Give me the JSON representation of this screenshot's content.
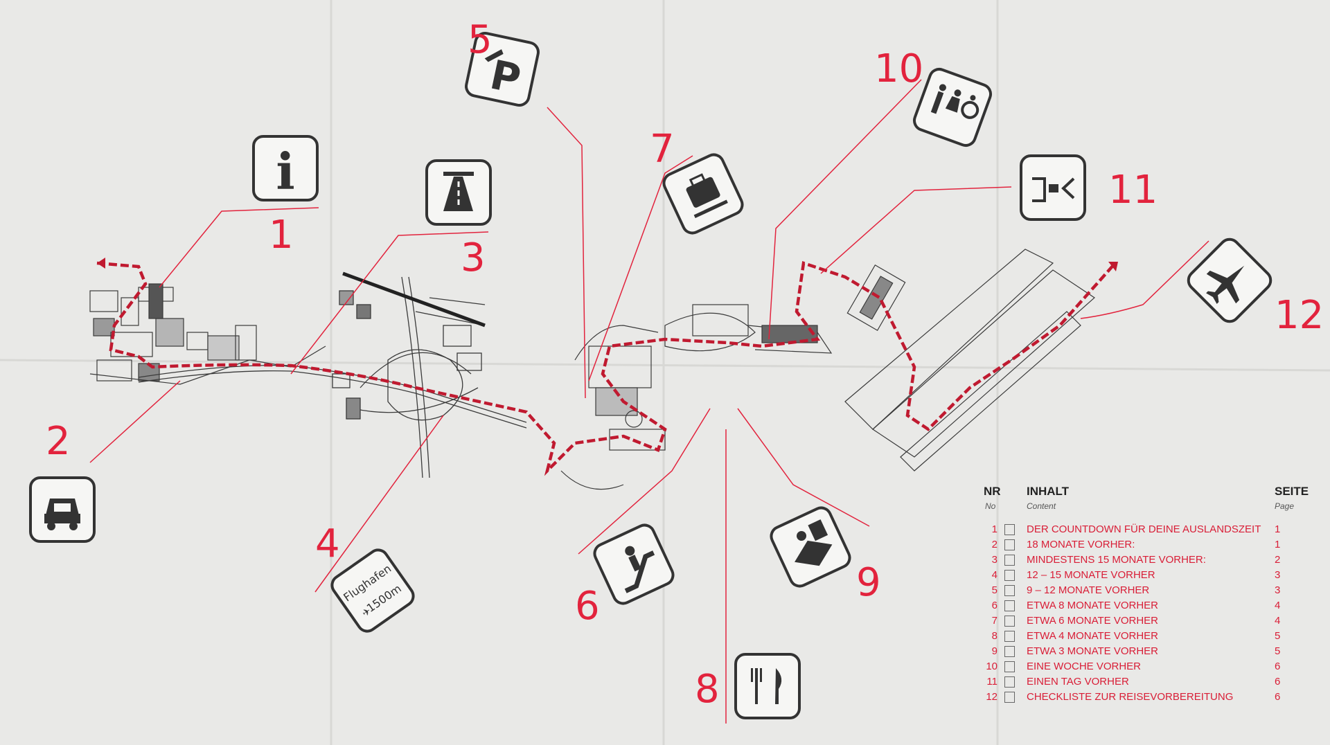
{
  "map": {
    "stops": [
      {
        "number": "1",
        "icon": "info-icon"
      },
      {
        "number": "2",
        "icon": "car-icon"
      },
      {
        "number": "3",
        "icon": "motorway-icon"
      },
      {
        "number": "4",
        "icon": "airport-road-sign-icon"
      },
      {
        "number": "5",
        "icon": "parking-icon"
      },
      {
        "number": "6",
        "icon": "escalator-icon"
      },
      {
        "number": "7",
        "icon": "baggage-icon"
      },
      {
        "number": "8",
        "icon": "restaurant-icon"
      },
      {
        "number": "9",
        "icon": "check-in-icon"
      },
      {
        "number": "10",
        "icon": "restroom-icon"
      },
      {
        "number": "11",
        "icon": "boarding-bridge-icon"
      },
      {
        "number": "12",
        "icon": "departure-icon"
      }
    ],
    "sign_text": {
      "top": "Flughafen",
      "bottom": "1500m"
    },
    "colors": {
      "accent": "#e2233d",
      "ink": "#333333",
      "paper": "#e9e9e7"
    }
  },
  "toc": {
    "headers": {
      "nr": "NR",
      "nr_en": "No",
      "inhalt": "INHALT",
      "inhalt_en": "Content",
      "seite": "SEITE",
      "seite_en": "Page"
    },
    "rows": [
      {
        "nr": "1",
        "text": "DER COUNTDOWN FÜR DEINE AUSLANDSZEIT",
        "page": "1"
      },
      {
        "nr": "2",
        "text": "18 MONATE VORHER:",
        "page": "1"
      },
      {
        "nr": "3",
        "text": "MINDESTENS 15 MONATE VORHER:",
        "page": "2"
      },
      {
        "nr": "4",
        "text": "12 – 15 MONATE VORHER",
        "page": "3"
      },
      {
        "nr": "5",
        "text": "9 – 12 MONATE VORHER",
        "page": "3"
      },
      {
        "nr": "6",
        "text": "ETWA 8 MONATE VORHER",
        "page": "4"
      },
      {
        "nr": "7",
        "text": "ETWA 6 MONATE VORHER",
        "page": "4"
      },
      {
        "nr": "8",
        "text": "ETWA 4 MONATE VORHER",
        "page": "5"
      },
      {
        "nr": "9",
        "text": "ETWA 3 MONATE VORHER",
        "page": "5"
      },
      {
        "nr": "10",
        "text": "EINE WOCHE VORHER",
        "page": "6"
      },
      {
        "nr": "11",
        "text": "EINEN TAG VORHER",
        "page": "6"
      },
      {
        "nr": "12",
        "text": "CHECKLISTE ZUR REISEVORBEREITUNG",
        "page": "6"
      }
    ]
  }
}
